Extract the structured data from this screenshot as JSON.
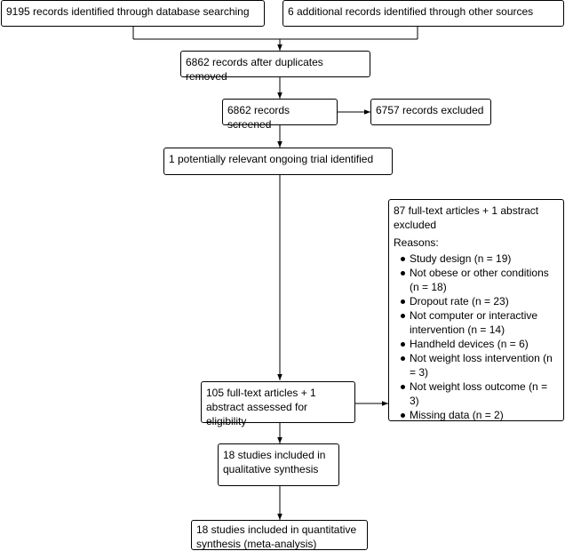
{
  "boxes": {
    "database_search": "9195 records identified through database searching",
    "other_sources": "6 additional records identified through other sources",
    "after_duplicates": "6862 records after duplicates removed",
    "screened": "6862 records screened",
    "excluded": "6757 records excluded",
    "ongoing_trial": "1 potentially relevant ongoing trial identified",
    "fulltext_excluded": "87 full-text articles + 1 abstract excluded",
    "reasons_label": "Reasons:",
    "eligibility": "105 full-text articles + 1 abstract assessed for eligibility",
    "qualitative": "18 studies included in qualitative synthesis",
    "quantitative": "18 studies included in quantitative synthesis (meta-analysis)"
  },
  "reasons": [
    "Study design (n = 19)",
    "Not obese or other conditions (n = 18)",
    "Dropout rate (n = 23)",
    "Not computer or interactive intervention (n = 14)",
    "Handheld devices (n = 6)",
    "Not weight loss intervention (n = 3)",
    "Not weight loss outcome (n = 3)",
    "Missing data (n = 2)"
  ]
}
